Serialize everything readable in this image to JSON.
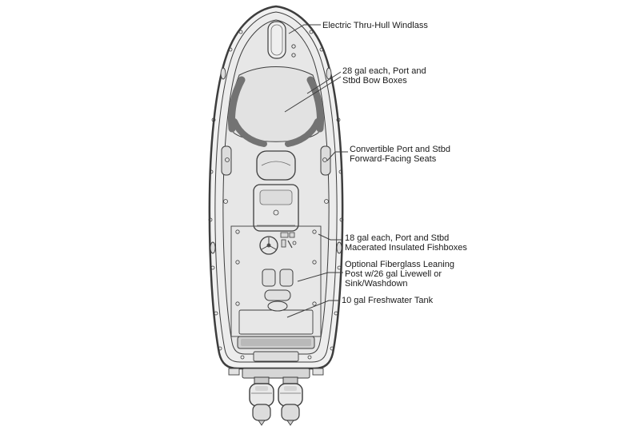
{
  "diagram": {
    "labels": {
      "windlass": "Electric Thru-Hull Windlass",
      "bow_boxes": "28 gal each, Port and\nStbd Bow Boxes",
      "forward_seats": "Convertible Port and Stbd\nForward-Facing Seats",
      "fishboxes": "18 gal each, Port and Stbd\nMacerated Insulated Fishboxes",
      "leaning_post": "Optional Fiberglass Leaning\nPost w/26 gal Livewell or\nSink/Washdown",
      "freshwater_tank": "10 gal Freshwater Tank"
    },
    "colors": {
      "background": "#ffffff",
      "line": "#3d3d3d",
      "line_soft": "#6b6b6b",
      "fill_hull": "#f1f1f1",
      "fill_deck": "#e7e7e7",
      "fill_dark": "#737373",
      "label_text": "#1a1a1a"
    }
  }
}
